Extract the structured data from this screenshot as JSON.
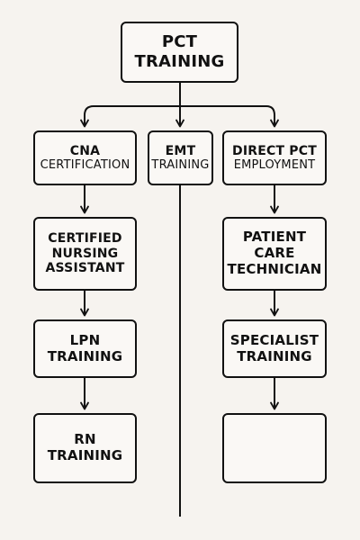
{
  "diagram": {
    "root": {
      "line1": "PCT",
      "line2": "TRAINING"
    },
    "cna_certification": {
      "line1": "CNA",
      "line2": "CERTIFICATION"
    },
    "emt_training": {
      "line1": "EMT",
      "line2": "TRAINING"
    },
    "direct_pct_employment": {
      "line1": "DIRECT PCT",
      "line2": "EMPLOYMENT"
    },
    "certified_nursing_assistant": {
      "line1": "CERTIFIED",
      "line2": "NURSING",
      "line3": "ASSISTANT"
    },
    "patient_care_technician": {
      "line1": "PATIENT",
      "line2": "CARE",
      "line3": "TECHNICIAN"
    },
    "lpn_training": {
      "line1": "LPN",
      "line2": "TRAINING"
    },
    "specialist_training": {
      "line1": "SPECIALIST",
      "line2": "TRAINING"
    },
    "rn_training": {
      "line1": "RN",
      "line2": "TRAINING"
    },
    "empty_box": {
      "text": ""
    }
  }
}
